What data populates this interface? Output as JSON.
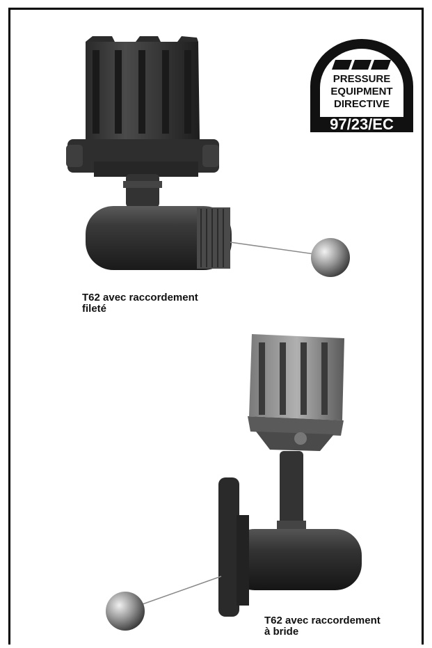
{
  "badge": {
    "line1": "PRESSURE",
    "line2": "EQUIPMENT",
    "line3": "DIRECTIVE",
    "code": "97/23/EC"
  },
  "captions": {
    "threaded": {
      "line1": "T62 avec raccordement",
      "line2": "fileté"
    },
    "flanged": {
      "line1": "T62 avec raccordement",
      "line2": "à bride"
    }
  }
}
